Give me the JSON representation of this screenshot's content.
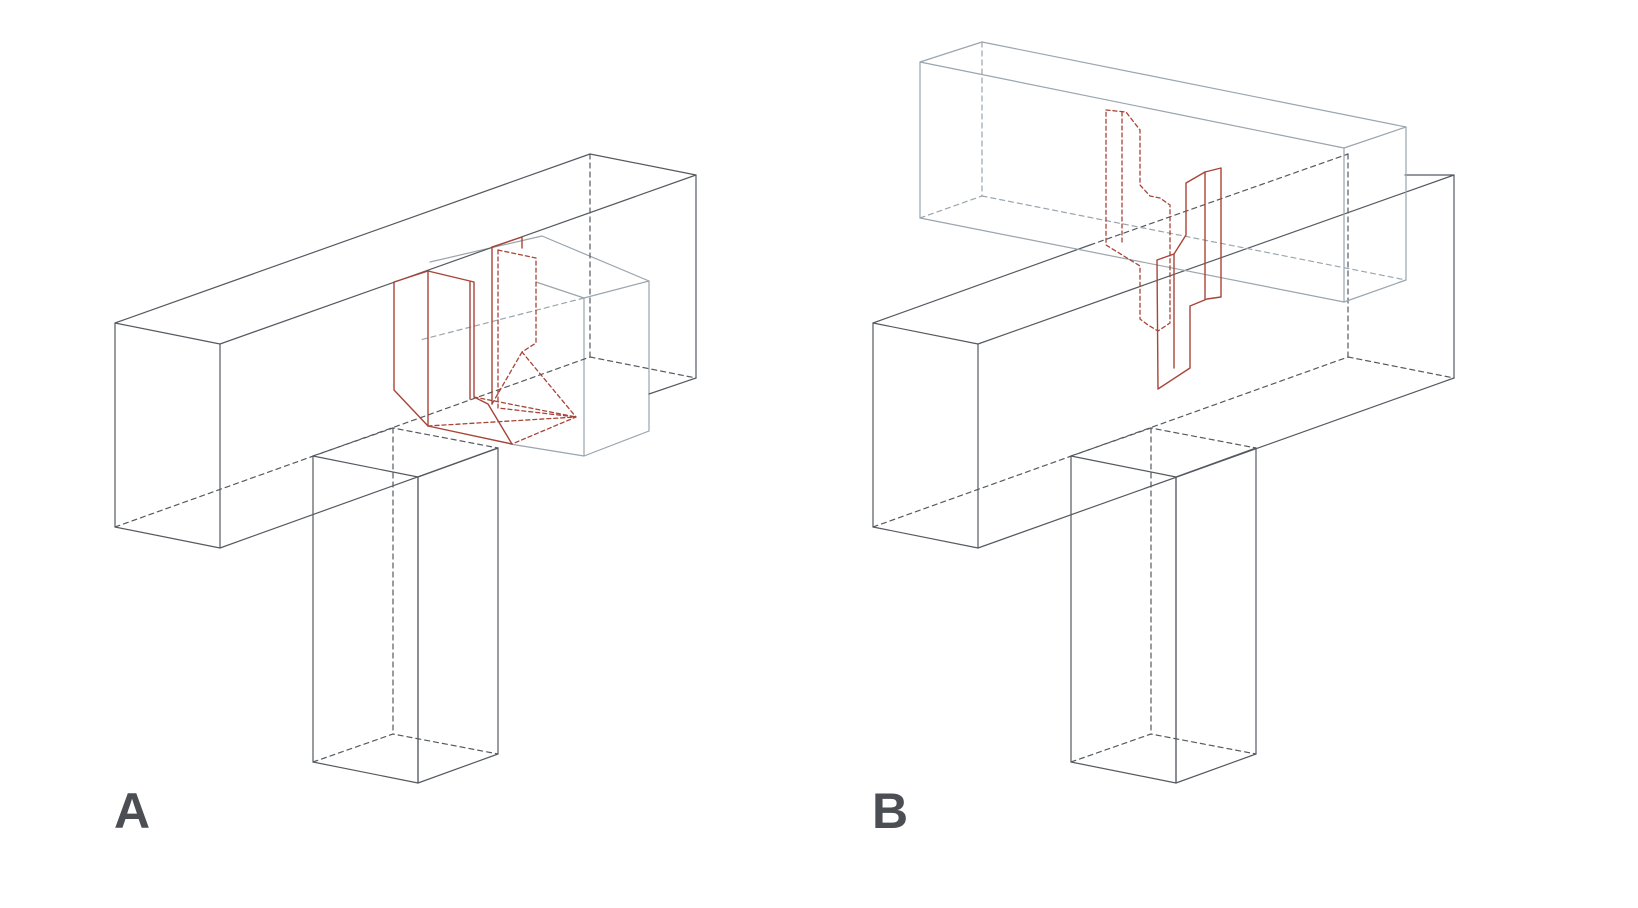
{
  "panels": [
    {
      "id": "A",
      "label": "A"
    },
    {
      "id": "B",
      "label": "B"
    }
  ],
  "colors": {
    "structure_edge": "#555a60",
    "joist_edge": "#9aa5ad",
    "hanger_edge": "#a84438",
    "label_text": "#4b4f54",
    "background": "#ffffff"
  }
}
